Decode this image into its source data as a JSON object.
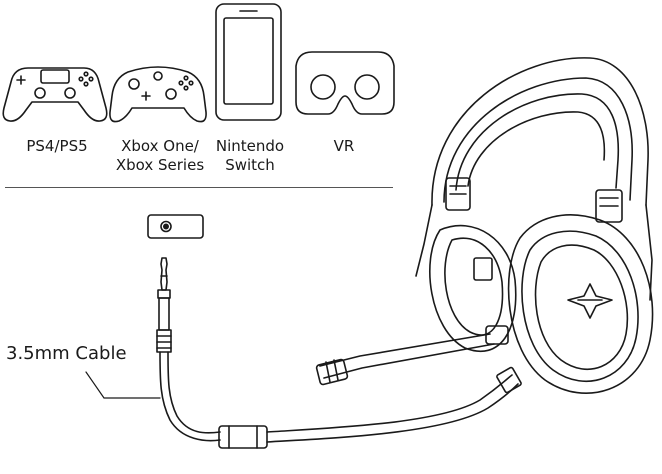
{
  "devices": [
    {
      "icon": "ps-controller-icon",
      "line1": "PS4/PS5",
      "line2": ""
    },
    {
      "icon": "xbox-controller-icon",
      "line1": "Xbox One/",
      "line2": "Xbox Series"
    },
    {
      "icon": "nintendo-switch-icon",
      "line1": "Nintendo",
      "line2": "Switch"
    },
    {
      "icon": "vr-headset-icon",
      "line1": "VR",
      "line2": ""
    }
  ],
  "cable": {
    "label": "3.5mm Cable",
    "port_icon": "audio-jack-port-icon"
  },
  "product": {
    "icon": "gaming-headset-icon"
  }
}
